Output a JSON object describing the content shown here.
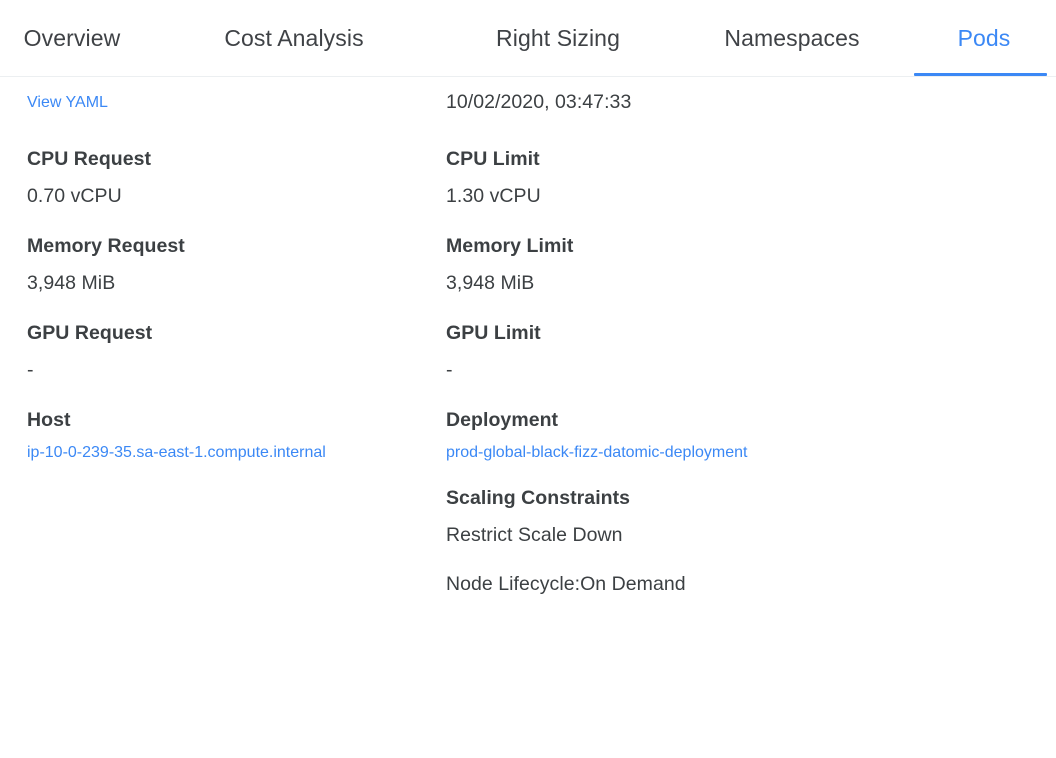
{
  "tabs": [
    {
      "label": "Overview",
      "key": "overview",
      "active": false
    },
    {
      "label": "Cost Analysis",
      "key": "cost-analysis",
      "active": false
    },
    {
      "label": "Right Sizing",
      "key": "right-sizing",
      "active": false
    },
    {
      "label": "Namespaces",
      "key": "namespaces",
      "active": false
    },
    {
      "label": "Pods",
      "key": "pods",
      "active": true
    }
  ],
  "colors": {
    "accent": "#3b88f5",
    "text": "#3c4043",
    "divider": "#eceff1",
    "background": "#ffffff"
  },
  "detail": {
    "view_yaml_link": "View YAML",
    "timestamp": "10/02/2020, 03:47:33",
    "cpu_request": {
      "label": "CPU Request",
      "value": "0.70 vCPU"
    },
    "cpu_limit": {
      "label": "CPU Limit",
      "value": "1.30 vCPU"
    },
    "memory_request": {
      "label": "Memory Request",
      "value": "3,948 MiB"
    },
    "memory_limit": {
      "label": "Memory Limit",
      "value": "3,948 MiB"
    },
    "gpu_request": {
      "label": "GPU Request",
      "value": "-"
    },
    "gpu_limit": {
      "label": "GPU Limit",
      "value": "-"
    },
    "host": {
      "label": "Host",
      "value": "ip-10-0-239-35.sa-east-1.compute.internal"
    },
    "deployment": {
      "label": "Deployment",
      "value": "prod-global-black-fizz-datomic-deployment"
    },
    "scaling_constraints": {
      "label": "Scaling Constraints",
      "items": [
        "Restrict Scale Down",
        "Node Lifecycle:On Demand"
      ]
    }
  }
}
